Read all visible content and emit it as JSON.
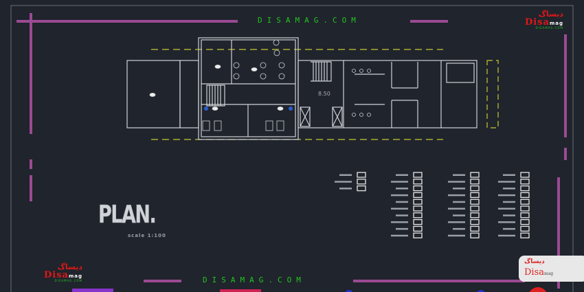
{
  "site_label_top": "DISAMAG.COM",
  "site_label_bottom": "DISAMAG.COM",
  "logo": {
    "persian": "دیساگ",
    "name": "Disa",
    "suffix": "mag",
    "url": "DISAMAG.COM"
  },
  "plan": {
    "title": "PLAN.",
    "scale": "scale 1:100",
    "elevation": "8.50"
  },
  "colors": {
    "background": "#20242c",
    "frame_accent": "#9b4a94",
    "site_text": "#22c422",
    "walls": "#cfd3d8",
    "dashed": "#c8c832",
    "logo": "#e01818"
  }
}
